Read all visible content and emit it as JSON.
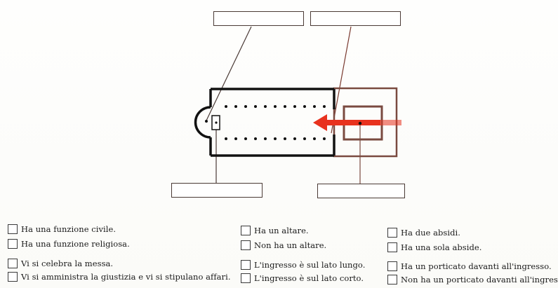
{
  "diagram": {
    "label_boxes": [
      {
        "id": "top-left",
        "text": ""
      },
      {
        "id": "top-right",
        "text": ""
      },
      {
        "id": "bottom-left",
        "text": ""
      },
      {
        "id": "bottom-right",
        "text": ""
      }
    ],
    "entrance_arrow_color": "#e8321e",
    "wall_color": "#111111",
    "portico_color": "#7a4a40"
  },
  "options": {
    "col1": [
      {
        "text": "Ha una funzione civile.",
        "checked": false
      },
      {
        "text": "Ha una funzione religiosa.",
        "checked": false
      },
      {
        "text": "Vi si celebra la messa.",
        "checked": false
      },
      {
        "text": "Vi si amministra la giustizia e vi si stipulano affari.",
        "checked": false
      }
    ],
    "col2": [
      {
        "text": "Ha un altare.",
        "checked": false
      },
      {
        "text": "Non ha un altare.",
        "checked": false
      },
      {
        "text": "L'ingresso è sul lato lungo.",
        "checked": false
      },
      {
        "text": "L'ingresso è sul lato corto.",
        "checked": false
      }
    ],
    "col3": [
      {
        "text": "Ha due absidi.",
        "checked": false
      },
      {
        "text": "Ha una sola abside.",
        "checked": false
      },
      {
        "text": "Ha un porticato davanti all'ingresso.",
        "checked": false
      },
      {
        "text": "Non ha un porticato davanti all'ingresso.",
        "checked": false
      }
    ]
  }
}
